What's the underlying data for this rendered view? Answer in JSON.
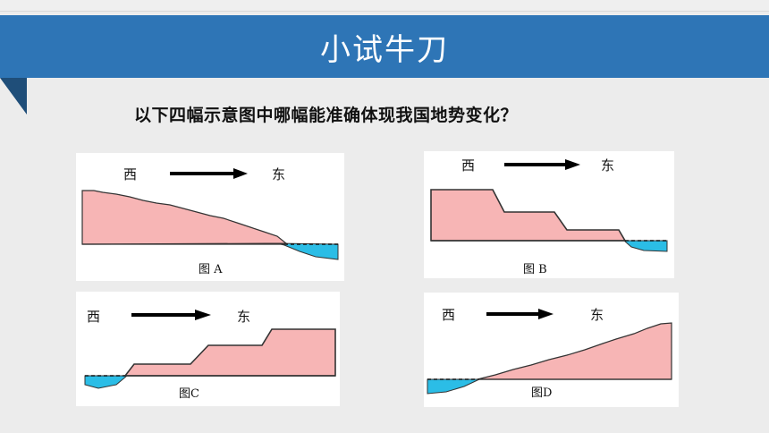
{
  "header": {
    "title": "小试牛刀"
  },
  "question": "以下四幅示意图中哪幅能准确体现我国地势变化？",
  "panels": [
    {
      "west": "西",
      "east": "东",
      "caption": "图 A"
    },
    {
      "west": "西",
      "east": "东",
      "caption": "图 B"
    },
    {
      "west": "西",
      "east": "东",
      "caption": "图C"
    },
    {
      "west": "西",
      "east": "东",
      "caption": "图D"
    }
  ],
  "colors": {
    "banner": "#2e75b6",
    "banner_fold": "#1f4e79",
    "land": "#f7b5b5",
    "sea": "#2bbde6",
    "background": "#ececec"
  }
}
